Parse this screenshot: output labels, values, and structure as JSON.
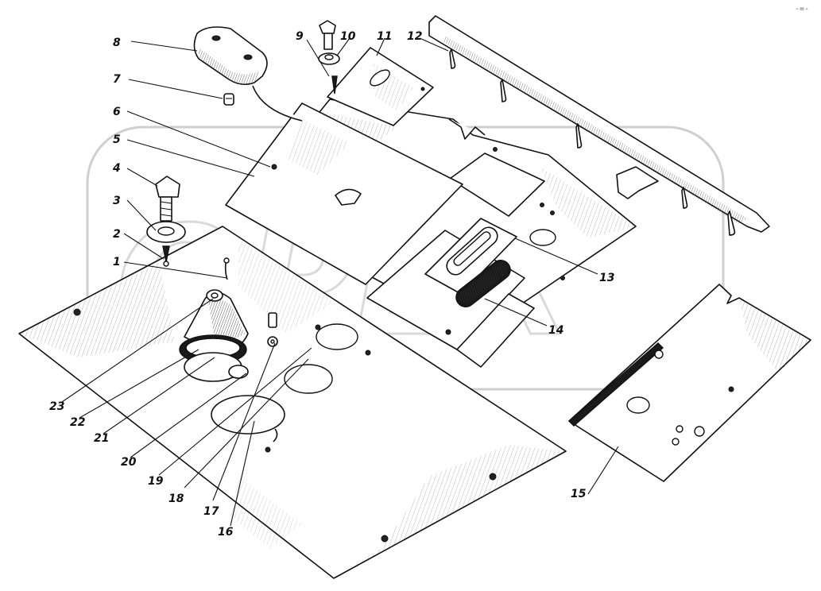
{
  "figure": {
    "watermark_text": "ОРЕХ",
    "corner_mark": "-=-"
  },
  "callouts": [
    {
      "id": "c1",
      "label": "1"
    },
    {
      "id": "c2",
      "label": "2"
    },
    {
      "id": "c3",
      "label": "3"
    },
    {
      "id": "c4",
      "label": "4"
    },
    {
      "id": "c5",
      "label": "5"
    },
    {
      "id": "c6",
      "label": "6"
    },
    {
      "id": "c7",
      "label": "7"
    },
    {
      "id": "c8",
      "label": "8"
    },
    {
      "id": "c9",
      "label": "9"
    },
    {
      "id": "c10",
      "label": "10"
    },
    {
      "id": "c11",
      "label": "11"
    },
    {
      "id": "c12",
      "label": "12"
    },
    {
      "id": "c13",
      "label": "13"
    },
    {
      "id": "c14",
      "label": "14"
    },
    {
      "id": "c15",
      "label": "15"
    },
    {
      "id": "c16",
      "label": "16"
    },
    {
      "id": "c17",
      "label": "17"
    },
    {
      "id": "c18",
      "label": "18"
    },
    {
      "id": "c19",
      "label": "19"
    },
    {
      "id": "c20",
      "label": "20"
    },
    {
      "id": "c21",
      "label": "21"
    },
    {
      "id": "c22",
      "label": "22"
    },
    {
      "id": "c23",
      "label": "23"
    }
  ]
}
